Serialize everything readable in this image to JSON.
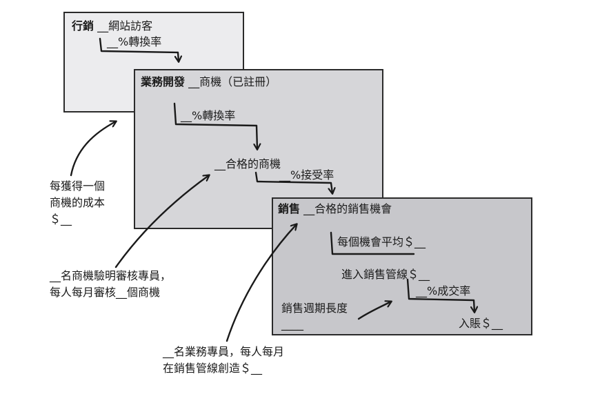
{
  "marketing": {
    "title": "行銷",
    "metric": "__網站訪客",
    "conversion": "__%轉換率"
  },
  "biz_dev": {
    "title": "業務開發",
    "metric": "__商機（已註冊）",
    "conversion": "__%轉換率",
    "qualified": "__合格的商機",
    "acceptance": "__%接受率"
  },
  "sales": {
    "title": "銷售",
    "metric": "__合格的銷售機會",
    "avg_per_opp": "每個機會平均＄__",
    "pipeline": "進入銷售管線＄__",
    "close_rate": "__%成交率",
    "cycle_label": "銷售週期長度",
    "cycle_blank": "____",
    "booked": "入賬＄__"
  },
  "annotations": {
    "cost_line1": "每獲得一個",
    "cost_line2": "商機的成本",
    "cost_line3": "＄__",
    "verifier_line1": "__名商機驗明審核專員，",
    "verifier_line2": "每人每月審核__個商機",
    "reps_line1": "__名業務專員，每人每月",
    "reps_line2": "在銷售管線創造＄__"
  }
}
